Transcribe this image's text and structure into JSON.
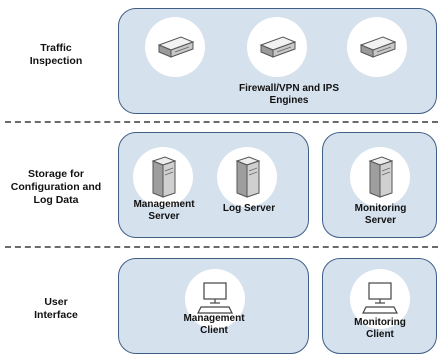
{
  "rows": {
    "traffic": "Traffic\nInspection",
    "storage": "Storage for\nConfiguration and\nLog Data",
    "user": "User\nInterface"
  },
  "nodes": {
    "engines": "Firewall/VPN and IPS\nEngines",
    "management_server": "Management\nServer",
    "log_server": "Log Server",
    "monitoring_server": "Monitoring\nServer",
    "management_client": "Management\nClient",
    "monitoring_client": "Monitoring\nClient"
  },
  "icons": {
    "appliance": "network-appliance-icon",
    "server": "server-tower-icon",
    "client": "computer-workstation-icon"
  },
  "colors": {
    "panel_fill": "#d6e1ee",
    "panel_border": "#3f5f86",
    "divider": "#6b6b6b"
  }
}
